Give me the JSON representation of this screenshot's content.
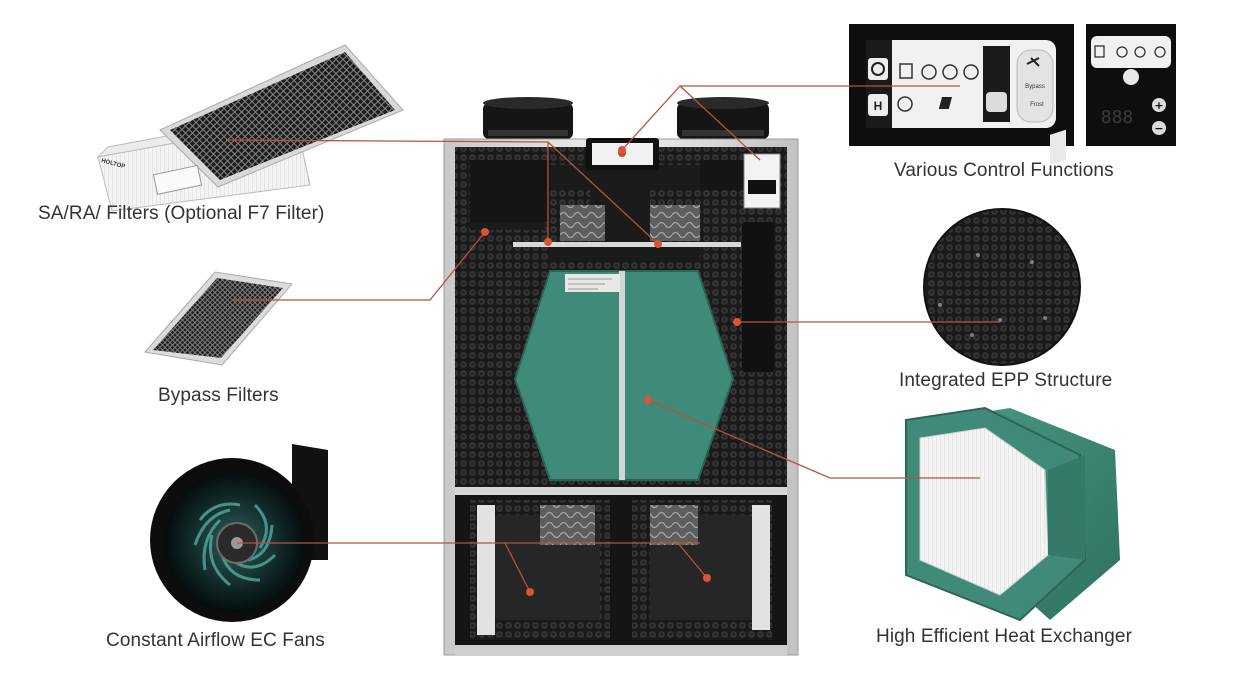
{
  "labels": {
    "filters": "SA/RA/ Filters (Optional F7 Filter)",
    "bypass": "Bypass Filters",
    "fans": "Constant Airflow EC Fans",
    "control": "Various Control Functions",
    "epp": "Integrated EPP Structure",
    "heat_exchanger": "High Efficient Heat Exchanger"
  },
  "filter_brand": "HOLTOP",
  "control_panel": {
    "display": "888",
    "bypass": "Bypass",
    "frost": "Frost",
    "plus": "+",
    "minus": "−"
  },
  "colors": {
    "callout_line": "#b5533c",
    "callout_dot": "#d8553a",
    "exchanger": "#3f8a78",
    "epp_foam": "#262626",
    "casing": "#e9e9e9"
  }
}
